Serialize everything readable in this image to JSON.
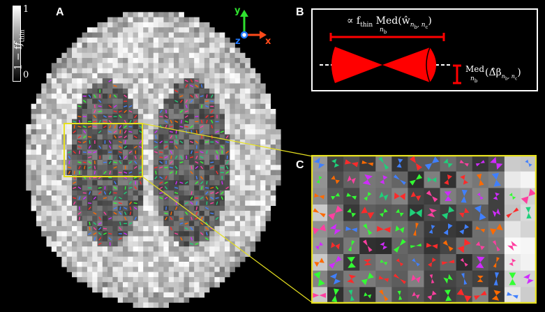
{
  "panels": {
    "a": "A",
    "b": "B",
    "c": "C"
  },
  "colorbar": {
    "top": "1",
    "bottom": "0",
    "label": "1 − f",
    "label_sub": "thin"
  },
  "axes": {
    "x": "x",
    "y": "y",
    "z": "z",
    "x_color": "#ff4a1a",
    "y_color": "#2fe12f",
    "z_color": "#1f78ff"
  },
  "panel_b": {
    "top_expr_prefix": "∝ f",
    "top_sub_thin": "thin",
    "top_expr_med": "Med(ŵ",
    "top_expr_idx": "n",
    "top_expr_idx2": "b",
    "top_expr_idx3": ", n",
    "top_expr_idx4": "c",
    "top_expr_close": ")",
    "top_under": "n",
    "top_under_sub": "b",
    "side_med": "Med",
    "side_under": "n",
    "side_under_sub": "b",
    "side_expr": "(Δ̂β",
    "side_idx": "n",
    "side_idx_b": "b",
    "side_idx_c": ", n",
    "side_idx_cc": "c",
    "side_close": ")",
    "shape_color": "#ff0000"
  },
  "colors": {
    "highlight": "#e6e020",
    "frame": "#ffffff"
  }
}
